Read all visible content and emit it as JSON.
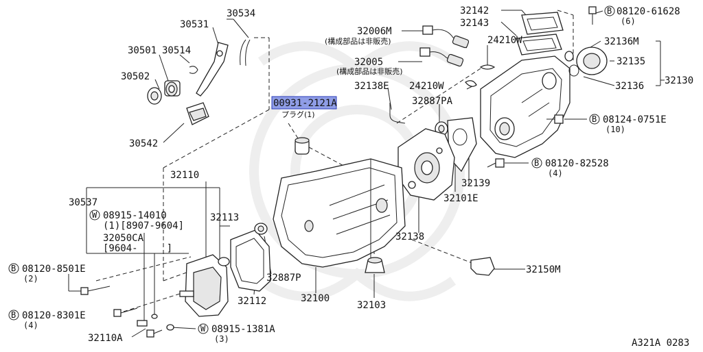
{
  "diagram": {
    "figure_code": "A321A 0283",
    "highlight": {
      "part": "00931-2121A",
      "sub": "プラグ(1)"
    },
    "parts": {
      "p30534": "30534",
      "p30531": "30531",
      "p30501": "30501",
      "p30514": "30514",
      "p30502": "30502",
      "p30542": "30542",
      "p32142": "32142",
      "p32143": "32143",
      "b08120_61628": "08120-61628",
      "b08120_61628_qty": "(6)",
      "p32006m": "32006M",
      "p32006m_note": "(構成部品は非販売)",
      "p24210w_a": "24210W",
      "p32136m": "32136M",
      "p32135": "32135",
      "p32005": "32005",
      "p32005_note": "(構成部品は非販売)",
      "p32136": "32136",
      "p32130": "32130",
      "p32138e": "32138E",
      "p24210w_b": "24210W",
      "p32887pa": "32887PA",
      "b08124_0751e": "08124-0751E",
      "b08124_0751e_qty": "(10)",
      "b08120_82528": "08120-82528",
      "b08120_82528_qty": "(4)",
      "p32139": "32139",
      "p32101e": "32101E",
      "p32110": "32110",
      "p30537": "30537",
      "w08915_14010": "08915-14010",
      "w08915_14010_sub": "(1)[8907-9604]",
      "p32113": "32113",
      "p32050ca": "32050CA",
      "p32050ca_sub": "[9604-     ]",
      "p32138": "32138",
      "b08120_8501e": "08120-8501E",
      "b08120_8501e_qty": "(2)",
      "p32887p": "32887P",
      "p32150m": "32150M",
      "p32112": "32112",
      "p32100": "32100",
      "p32103": "32103",
      "b08120_8301e": "08120-8301E",
      "b08120_8301e_qty": "(4)",
      "w08915_1381a": "08915-1381A",
      "w08915_1381a_qty": "(3)",
      "p32110a": "32110A"
    },
    "circle_marks": {
      "bolt": "B",
      "washer": "W"
    },
    "colors": {
      "highlight_fill": "#8f9de6",
      "highlight_border": "#2b3cb8",
      "line": "#222222"
    }
  }
}
